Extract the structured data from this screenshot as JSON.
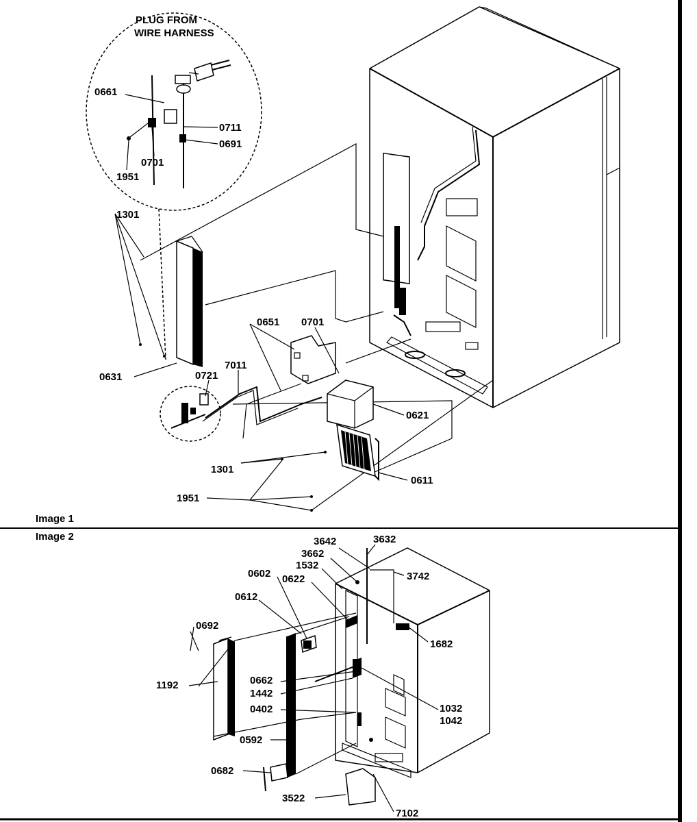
{
  "image1": {
    "caption": "Image 1",
    "inset_title_line1": "PLUG FROM",
    "inset_title_line2": "WIRE HARNESS",
    "labels": {
      "l0661": "0661",
      "l0711": "0711",
      "l0691": "0691",
      "l0701_inset": "0701",
      "l1951_inset": "1951",
      "l1301_top": "1301",
      "l0651": "0651",
      "l0701": "0701",
      "l0631": "0631",
      "l0721": "0721",
      "l7011": "7011",
      "l0621": "0621",
      "l1301_bottom": "1301",
      "l0611": "0611",
      "l1951": "1951"
    }
  },
  "image2": {
    "caption": "Image 2",
    "labels": {
      "l3642": "3642",
      "l3632": "3632",
      "l3662": "3662",
      "l1532": "1532",
      "l3742": "3742",
      "l0602": "0602",
      "l0622": "0622",
      "l0612": "0612",
      "l0692_top": "0692",
      "l1682": "1682",
      "l1192": "1192",
      "l0662": "0662",
      "l1442": "1442",
      "l1032": "1032",
      "l0402": "0402",
      "l1042": "1042",
      "l0592": "0592",
      "l0682": "0682",
      "l3522": "3522",
      "l7102": "7102"
    }
  }
}
